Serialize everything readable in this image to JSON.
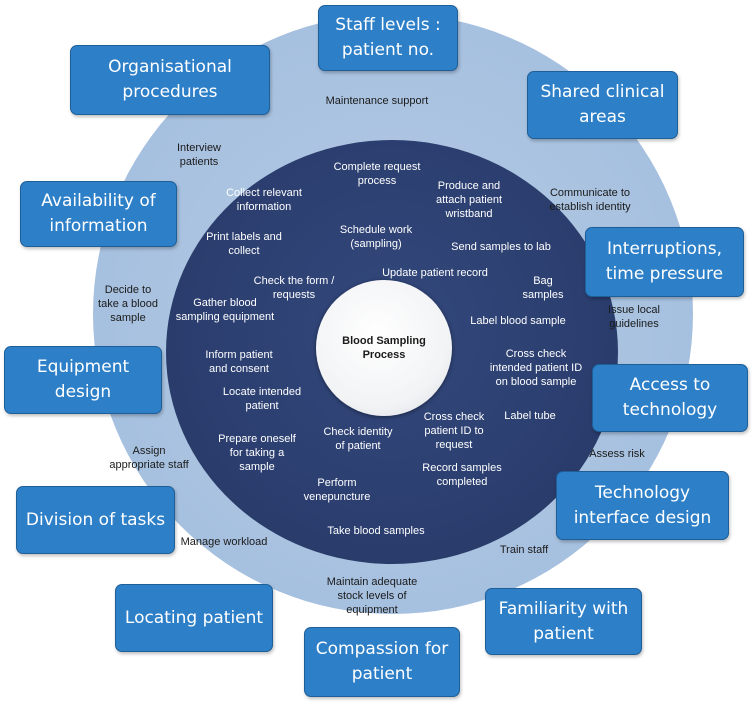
{
  "center": {
    "title": "Blood Sampling\nProcess"
  },
  "factors": [
    "Staff levels :\npatient no.",
    "Organisational\nprocedures",
    "Shared clinical\nareas",
    "Availability of\ninformation",
    "Interruptions,\ntime pressure",
    "Equipment\ndesign",
    "Access to\ntechnology",
    "Technology\ninterface design",
    "Division of tasks",
    "Familiarity with\npatient",
    "Locating patient",
    "Compassion for\npatient"
  ],
  "outer_tasks": [
    "Maintenance support",
    "Interview\npatients",
    "Communicate to\nestablish identity",
    "Decide to\ntake a blood\nsample",
    "Issue local\nguidelines",
    "Assign\nappropriate staff",
    "Assess risk",
    "Manage workload",
    "Train staff",
    "Maintain adequate\nstock levels of\nequipment"
  ],
  "inner_tasks": [
    "Complete request\nprocess",
    "Collect relevant\ninformation",
    "Produce and\nattach patient\nwristband",
    "Schedule work\n(sampling)",
    "Print labels and\ncollect",
    "Send samples to lab",
    "Update patient record",
    "Check the form /\nrequests",
    "Bag\nsamples",
    "Gather blood\nsampling equipment",
    "Label blood sample",
    "Inform patient\nand consent",
    "Cross check\nintended patient ID\non blood sample",
    "Locate intended\npatient",
    "Label tube",
    "Cross check\npatient ID to\nrequest",
    "Check identity\nof patient",
    "Prepare oneself\nfor taking a\nsample",
    "Record samples\ncompleted",
    "Perform\nvenepuncture",
    "Take blood samples"
  ]
}
